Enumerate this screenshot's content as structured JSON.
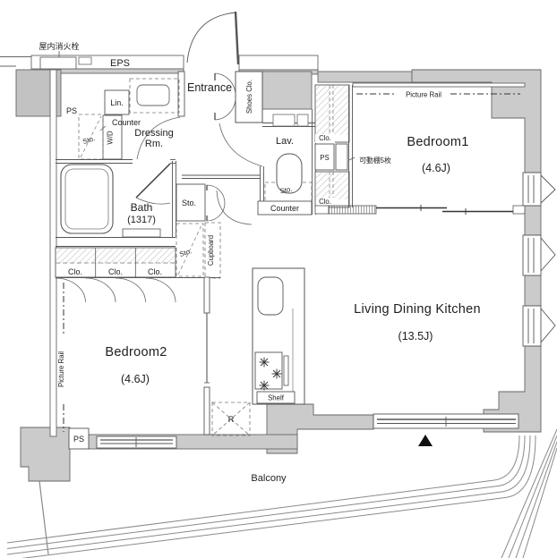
{
  "labels": {
    "fire_hydrant": "屋内消火栓",
    "eps": "EPS",
    "ps_top": "PS",
    "lin": "Lin.",
    "sto_wd": "Sto.",
    "wd": "W/D",
    "counter_dressing": "Counter",
    "dressing_line1": "Dressing",
    "dressing_line2": "Rm.",
    "entrance": "Entrance",
    "shoes_clo": "Shoes Clo.",
    "lav": "Lav.",
    "sto_lav": "Sto.",
    "counter_lav": "Counter",
    "clo_right_top": "Clo.",
    "ps_mid": "PS",
    "movable_shelf": "可動棚5枚",
    "clo_right_bottom": "Clo.",
    "picture_rail_b1": "Picture Rail",
    "bedroom1": "Bedroom1",
    "bedroom1_size": "(4.6J)",
    "bath": "Bath",
    "bath_size": "(1317)",
    "sto_hall": "Sto.",
    "sto_cupboard": "Sto.",
    "cupboard": "Cupboard",
    "clo_1": "Clo.",
    "clo_2": "Clo.",
    "clo_3": "Clo.",
    "picture_rail_b2": "Picture Rail",
    "bedroom2": "Bedroom2",
    "bedroom2_size": "(4.6J)",
    "ps_bottom": "PS",
    "ldk": "Living Dining Kitchen",
    "ldk_size": "(13.5J)",
    "shelf": "Shelf",
    "fridge": "R",
    "balcony": "Balcony"
  },
  "colors": {
    "wall": "#cbcbcb",
    "wall_dark": "#c2c2c2",
    "line": "#555555",
    "text": "#1e1e1e"
  }
}
